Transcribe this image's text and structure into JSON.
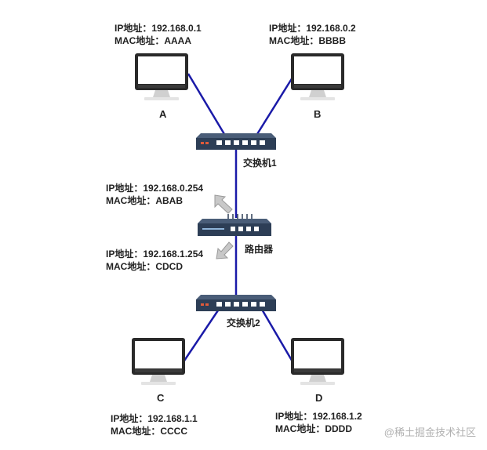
{
  "colors": {
    "link": "#1a1aa8",
    "device_body": "#2d3e56",
    "port": "#ffffff",
    "arrow": "#c8c8c8",
    "monitor_frame": "#2a2a2a",
    "text": "#222222"
  },
  "hosts": {
    "A": {
      "label": "A",
      "ip": "IP地址：192.168.0.1",
      "mac": "MAC地址：AAAA"
    },
    "B": {
      "label": "B",
      "ip": "IP地址：192.168.0.2",
      "mac": "MAC地址：BBBB"
    },
    "C": {
      "label": "C",
      "ip": "IP地址：192.168.1.1",
      "mac": "MAC地址：CCCC"
    },
    "D": {
      "label": "D",
      "ip": "IP地址：192.168.1.2",
      "mac": "MAC地址：DDDD"
    }
  },
  "switch1": {
    "label": "交换机1"
  },
  "switch2": {
    "label": "交换机2"
  },
  "router": {
    "label": "路由器",
    "port_top": {
      "ip": "IP地址：192.168.0.254",
      "mac": "MAC地址：ABAB"
    },
    "port_bottom": {
      "ip": "IP地址：192.168.1.254",
      "mac": "MAC地址：CDCD"
    }
  },
  "watermark": "@稀土掘金技术社区"
}
